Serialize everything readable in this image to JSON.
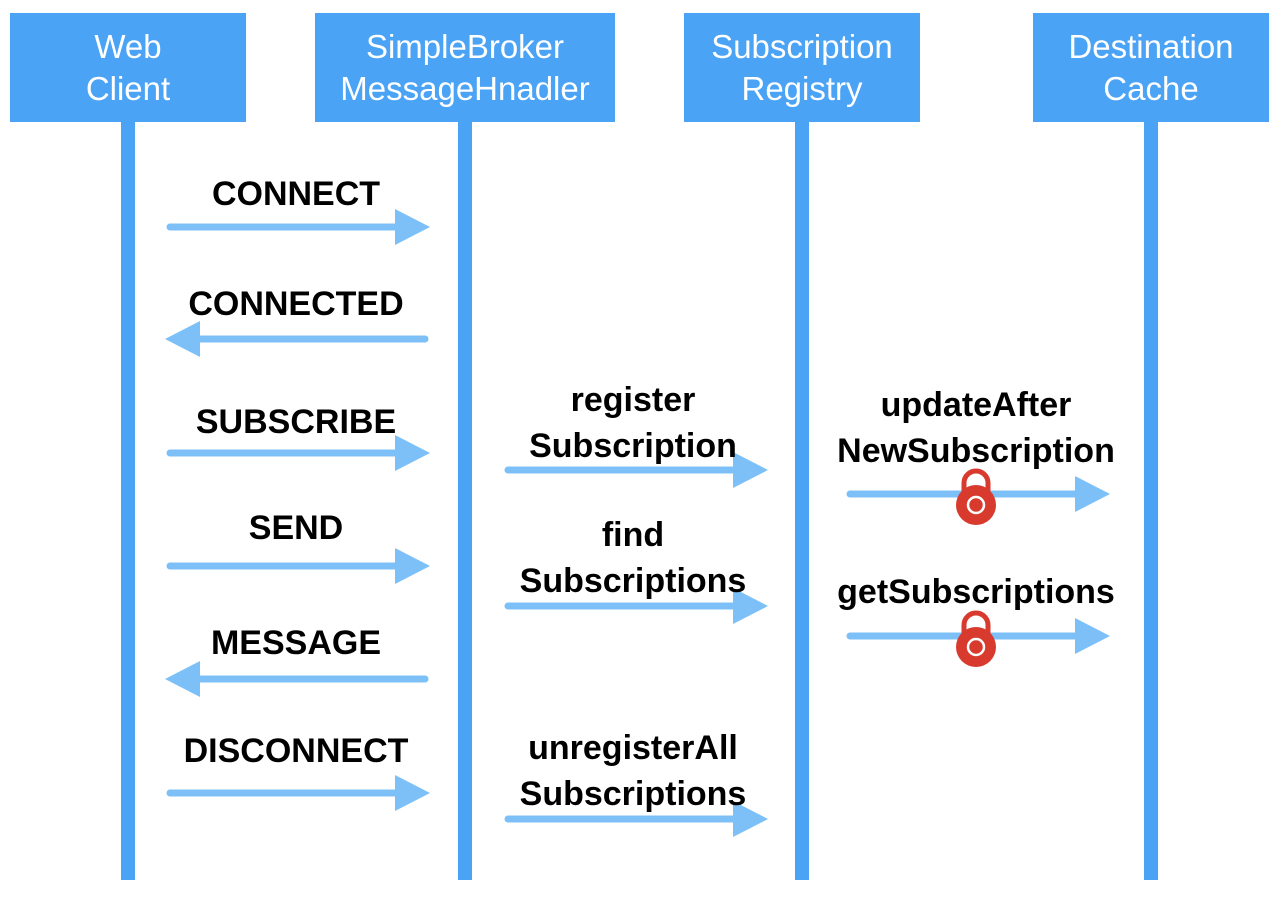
{
  "colors": {
    "lane": "#4aa3f5",
    "arrow": "#7cc0f7",
    "lock": "#d93a2e"
  },
  "participants": [
    {
      "line1": "Web",
      "line2": "Client"
    },
    {
      "line1": "SimpleBroker",
      "line2": "MessageHnadler"
    },
    {
      "line1": "Subscription",
      "line2": "Registry"
    },
    {
      "line1": "Destination",
      "line2": "Cache"
    }
  ],
  "messages": [
    {
      "line1": "CONNECT",
      "line2": "",
      "from": 0,
      "to": 1,
      "locked": false
    },
    {
      "line1": "CONNECTED",
      "line2": "",
      "from": 1,
      "to": 0,
      "locked": false
    },
    {
      "line1": "SUBSCRIBE",
      "line2": "",
      "from": 0,
      "to": 1,
      "locked": false
    },
    {
      "line1": "SEND",
      "line2": "",
      "from": 0,
      "to": 1,
      "locked": false
    },
    {
      "line1": "MESSAGE",
      "line2": "",
      "from": 1,
      "to": 0,
      "locked": false
    },
    {
      "line1": "DISCONNECT",
      "line2": "",
      "from": 0,
      "to": 1,
      "locked": false
    },
    {
      "line1": "register",
      "line2": "Subscription",
      "from": 1,
      "to": 2,
      "locked": false
    },
    {
      "line1": "find",
      "line2": "Subscriptions",
      "from": 1,
      "to": 2,
      "locked": false
    },
    {
      "line1": "unregisterAll",
      "line2": "Subscriptions",
      "from": 1,
      "to": 2,
      "locked": false
    },
    {
      "line1": "updateAfter",
      "line2": "NewSubscription",
      "from": 2,
      "to": 3,
      "locked": true
    },
    {
      "line1": "getSubscriptions",
      "line2": "",
      "from": 2,
      "to": 3,
      "locked": true
    }
  ]
}
